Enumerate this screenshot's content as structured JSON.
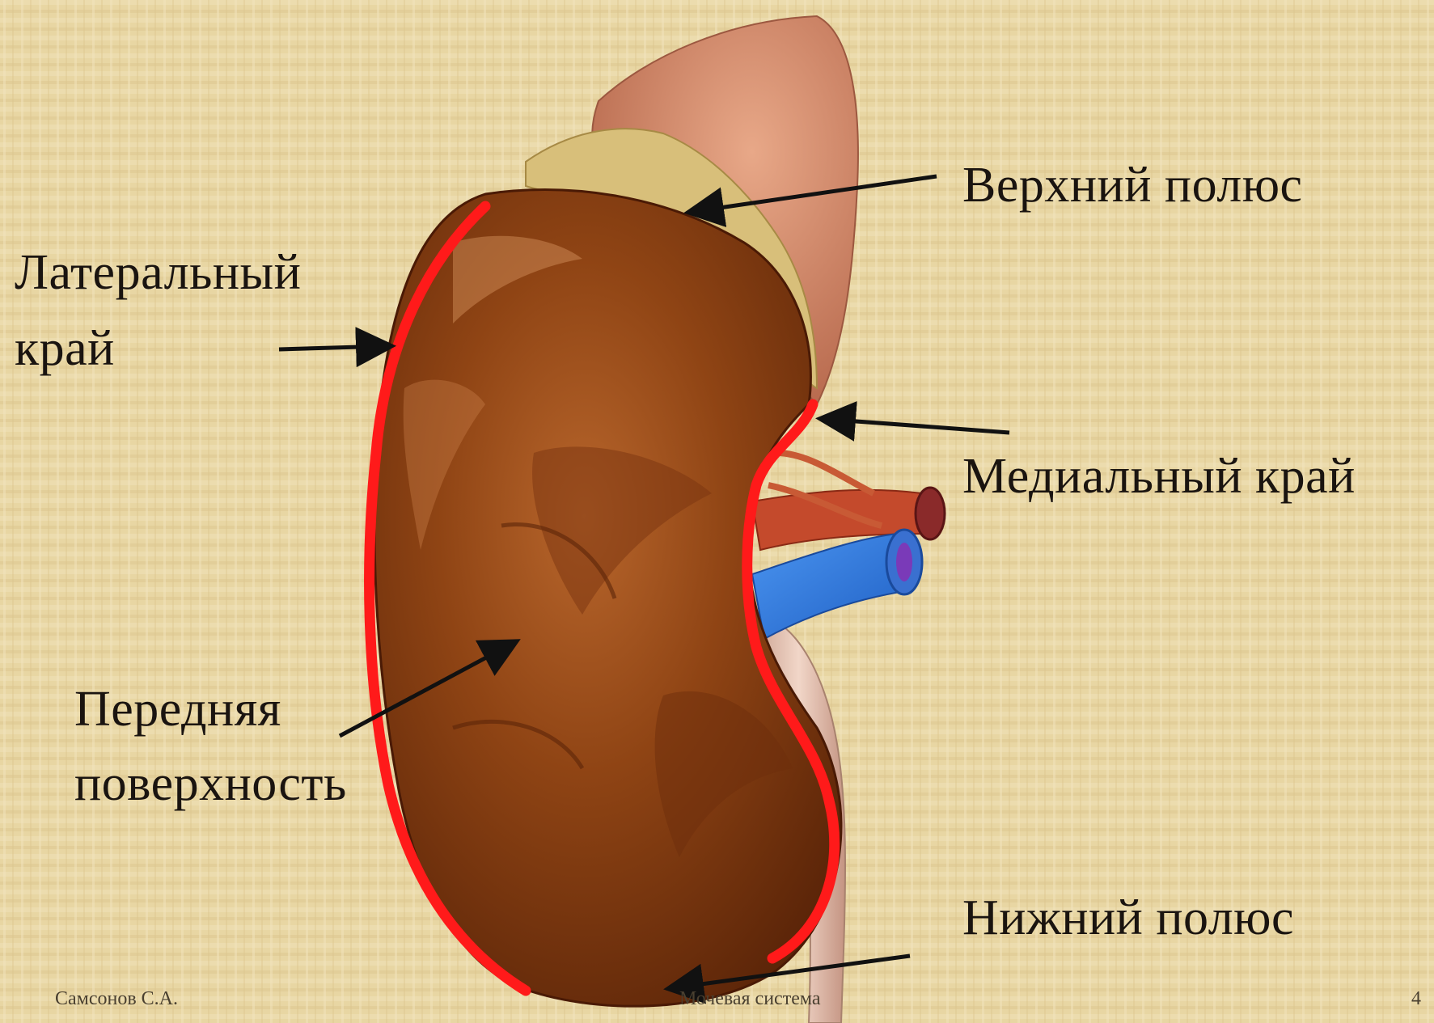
{
  "labels": {
    "upper_pole": "Верхний полюс",
    "lateral_line1": "Латеральный",
    "lateral_line2": "край",
    "medial_edge": "Медиальный край",
    "anterior_line1": "Передняя",
    "anterior_line2": "поверхность",
    "lower_pole": "Нижний полюс"
  },
  "footer": {
    "author": "Самсонов С.А.",
    "center": "Мочевая система",
    "page": "4"
  },
  "colors": {
    "background": "#e9d8a6",
    "kidney": "#8a3e14",
    "outline_red": "#ff1a1a",
    "arrow": "#111111",
    "artery": "#c8462a",
    "vein": "#2f7be0",
    "adrenal": "#d48a6a"
  }
}
